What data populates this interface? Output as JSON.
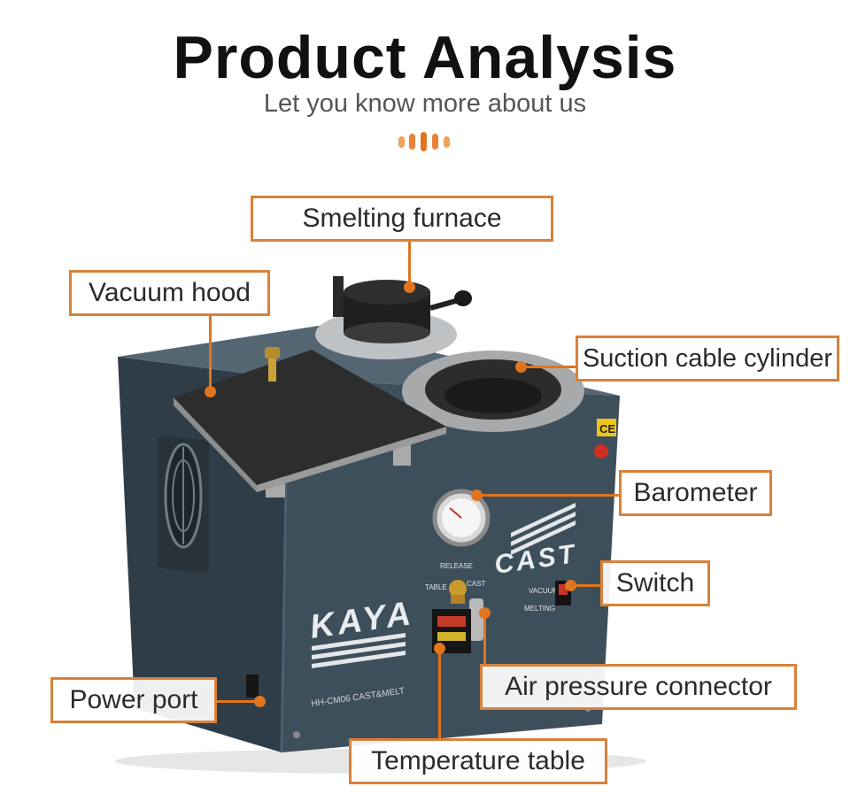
{
  "header": {
    "title": "Product Analysis",
    "subtitle": "Let you know more about us",
    "accent_color": "#e0751f"
  },
  "machine": {
    "brand_left": "KAYA",
    "brand_right": "CAST",
    "model": "HH-CM06 CAST&MELT",
    "valve_labels": {
      "release": "RELEASE",
      "table": "TABLE",
      "cast": "CAST"
    },
    "switch_labels": {
      "vacuum": "VACUUM",
      "melting": "MELTING"
    },
    "ce_mark": "CE"
  },
  "callouts": [
    {
      "id": "smelting-furnace",
      "label": "Smelting furnace"
    },
    {
      "id": "vacuum-hood",
      "label": "Vacuum hood"
    },
    {
      "id": "suction-cable-cylinder",
      "label": "Suction cable cylinder"
    },
    {
      "id": "barometer",
      "label": "Barometer"
    },
    {
      "id": "switch",
      "label": "Switch"
    },
    {
      "id": "power-port",
      "label": "Power port"
    },
    {
      "id": "air-pressure-connector",
      "label": "Air pressure connector"
    },
    {
      "id": "temperature-table",
      "label": "Temperature table"
    }
  ],
  "colors": {
    "callout_border": "#d9813a",
    "machine_body": "#3e4f5c"
  }
}
